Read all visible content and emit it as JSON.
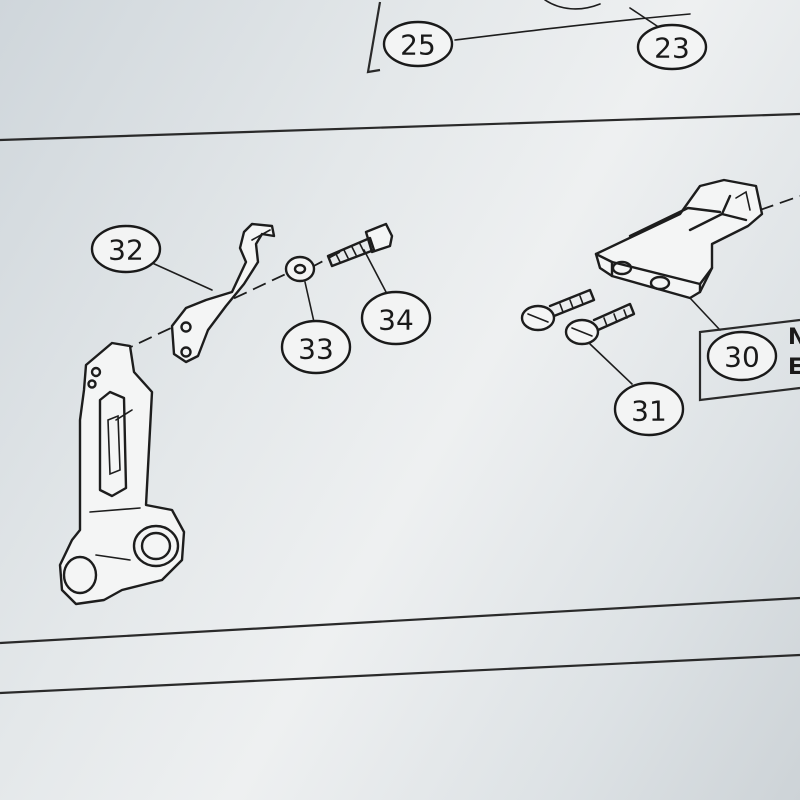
{
  "callouts": {
    "c25": "25",
    "c23": "23",
    "c32": "32",
    "c34": "34",
    "c33": "33",
    "c30": "30",
    "c31": "31"
  },
  "side_note": {
    "line1": "N",
    "line2": "E"
  },
  "colors": {
    "paper": "#e6eaec",
    "ink": "#1d1d1d"
  }
}
